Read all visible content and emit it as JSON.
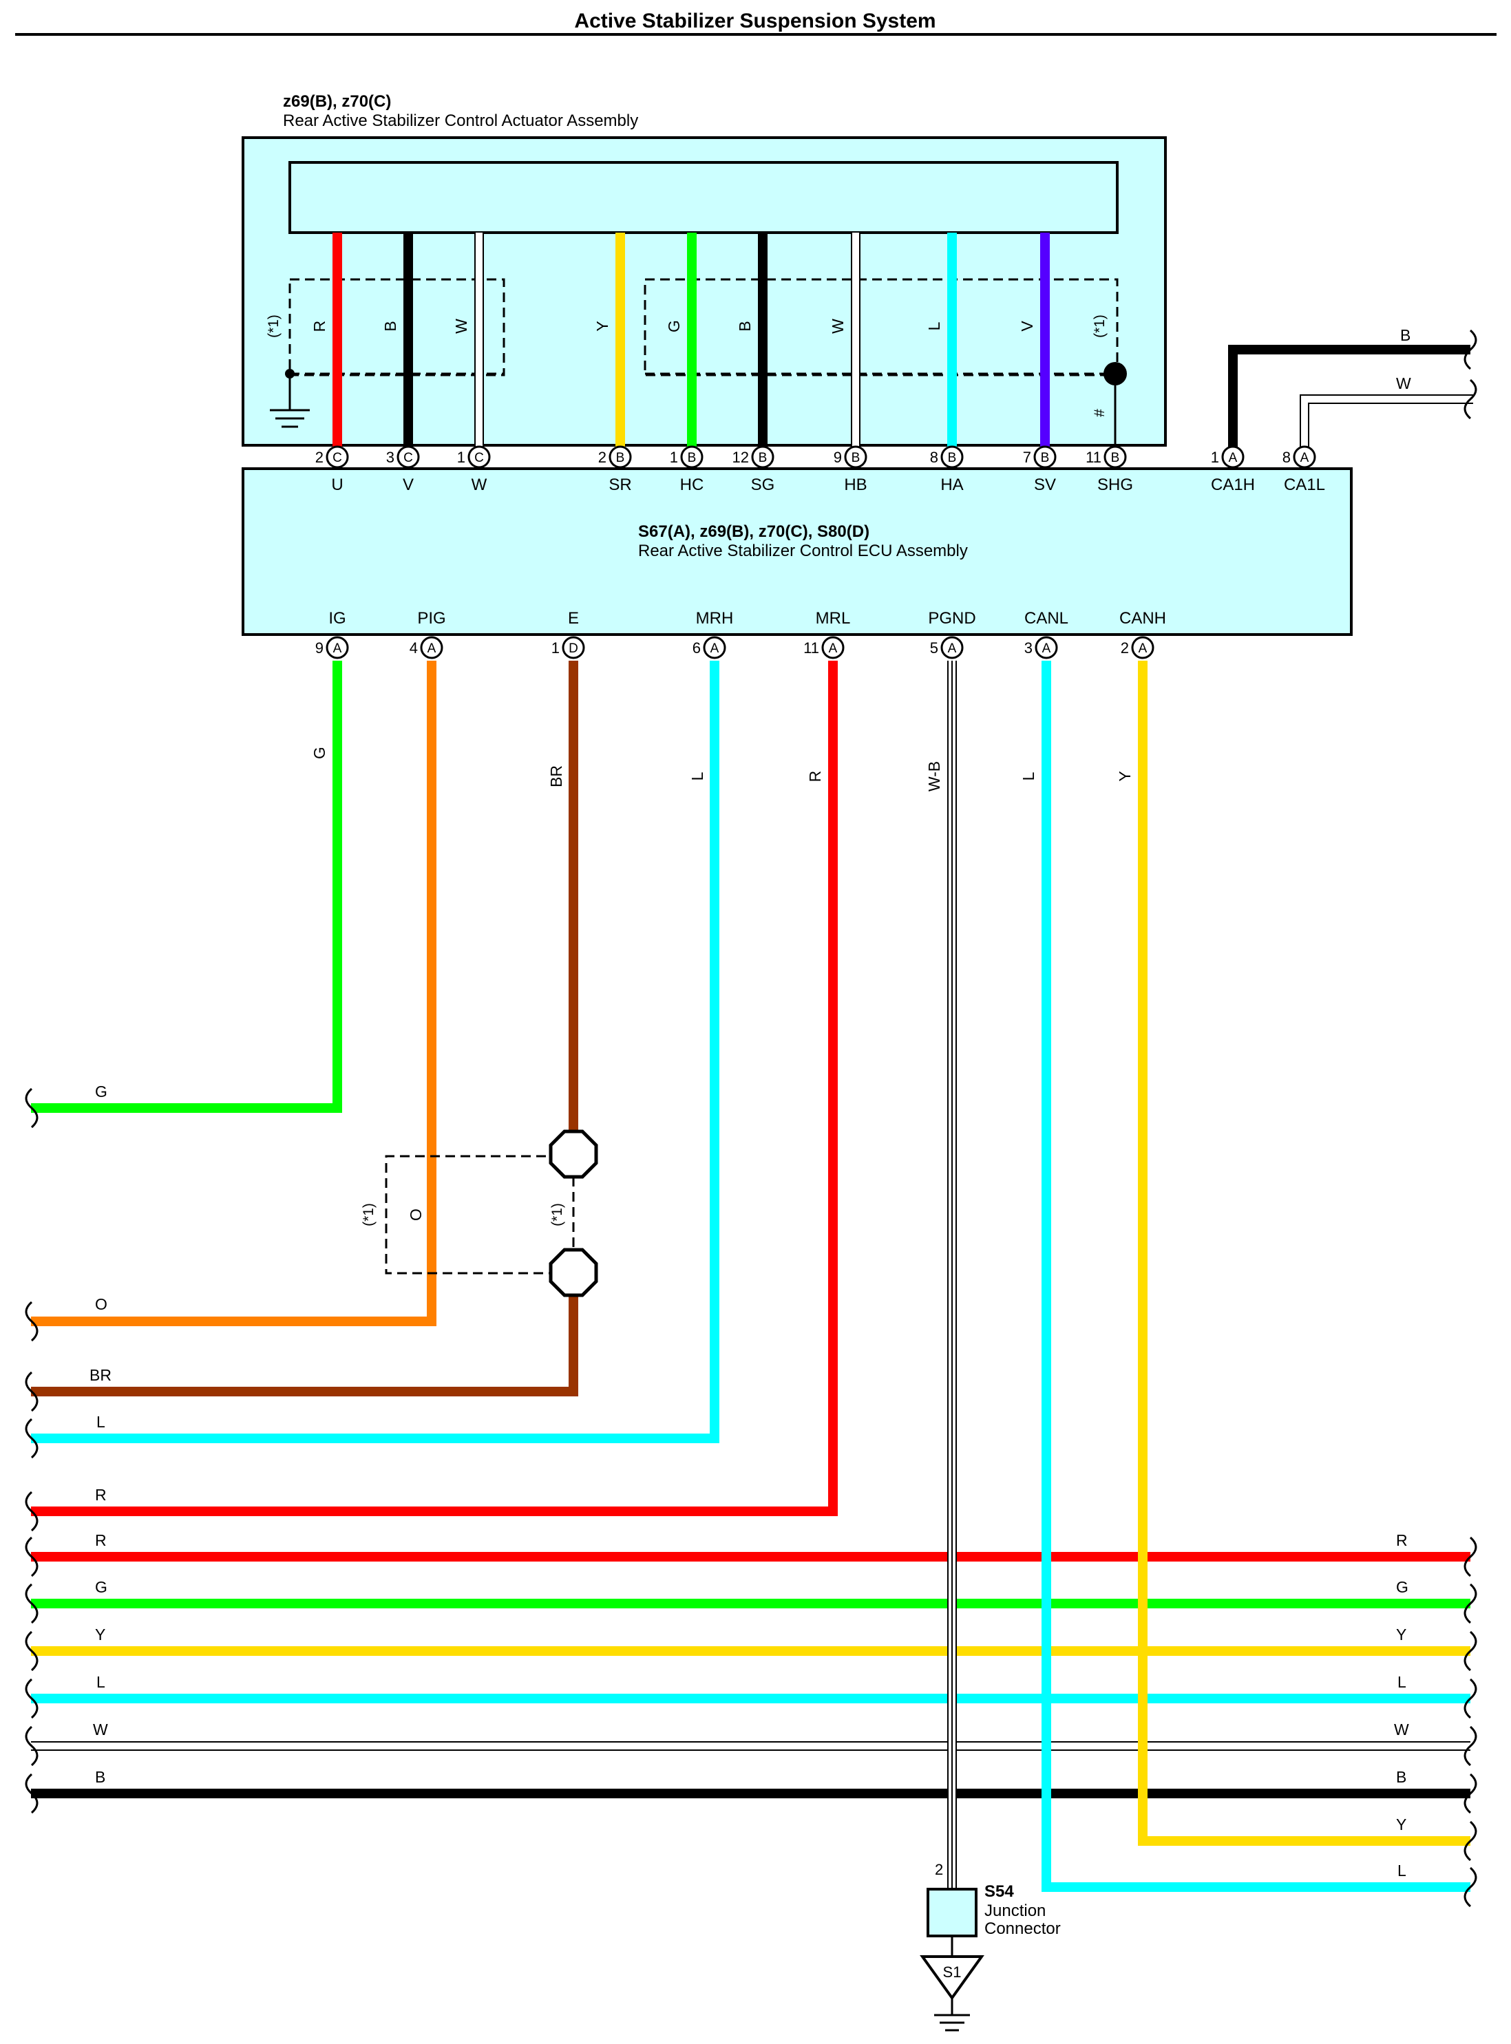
{
  "title": "Active Stabilizer Suspension System",
  "actuator": {
    "ids": "z69(B), z70(C)",
    "name": "Rear Active Stabilizer Control Actuator Assembly",
    "inner_labels": {
      "u": "R",
      "v": "B",
      "w": "W",
      "sr": "Y",
      "hc": "G",
      "sg": "B",
      "hb": "W",
      "ha": "L",
      "sv": "V"
    },
    "shield_note": "(*1)",
    "hash_mark": "#"
  },
  "ecu": {
    "ids": "S67(A), z69(B), z70(C), S80(D)",
    "name": "Rear Active Stabilizer Control ECU Assembly",
    "top_pins": [
      {
        "num": "2",
        "conn": "C",
        "name": "U"
      },
      {
        "num": "3",
        "conn": "C",
        "name": "V"
      },
      {
        "num": "1",
        "conn": "C",
        "name": "W"
      },
      {
        "num": "2",
        "conn": "B",
        "name": "SR"
      },
      {
        "num": "1",
        "conn": "B",
        "name": "HC"
      },
      {
        "num": "12",
        "conn": "B",
        "name": "SG"
      },
      {
        "num": "9",
        "conn": "B",
        "name": "HB"
      },
      {
        "num": "8",
        "conn": "B",
        "name": "HA"
      },
      {
        "num": "7",
        "conn": "B",
        "name": "SV"
      },
      {
        "num": "11",
        "conn": "B",
        "name": "SHG"
      },
      {
        "num": "1",
        "conn": "A",
        "name": "CA1H"
      },
      {
        "num": "8",
        "conn": "A",
        "name": "CA1L"
      }
    ],
    "bottom_pins": [
      {
        "num": "9",
        "conn": "A",
        "name": "IG"
      },
      {
        "num": "4",
        "conn": "A",
        "name": "PIG"
      },
      {
        "num": "1",
        "conn": "D",
        "name": "E"
      },
      {
        "num": "6",
        "conn": "A",
        "name": "MRH"
      },
      {
        "num": "11",
        "conn": "A",
        "name": "MRL"
      },
      {
        "num": "5",
        "conn": "A",
        "name": "PGND"
      },
      {
        "num": "3",
        "conn": "A",
        "name": "CANL"
      },
      {
        "num": "2",
        "conn": "A",
        "name": "CANH"
      }
    ]
  },
  "wires": {
    "vertical": {
      "ig": "G",
      "pig": "O",
      "e": "BR",
      "mrh": "L",
      "mrl": "R",
      "pgnd": "W-B",
      "canl": "L",
      "canh": "Y"
    },
    "ca_right": {
      "ca1h": "B",
      "ca1l": "W"
    },
    "left_ends": {
      "g": "G",
      "o": "O",
      "br": "BR",
      "l": "L",
      "r": "R"
    },
    "bus": [
      {
        "color": "R"
      },
      {
        "color": "G"
      },
      {
        "color": "Y"
      },
      {
        "color": "L"
      },
      {
        "color": "W"
      },
      {
        "color": "B"
      }
    ],
    "right_ends": {
      "y": "Y",
      "l": "L"
    },
    "splice_loop": "O",
    "splice_note": "(*1)"
  },
  "junction": {
    "pin": "2",
    "id": "S54",
    "name_line1": "Junction",
    "name_line2": "Connector",
    "ground_label": "S1"
  },
  "colors": {
    "red": "#ff0000",
    "green": "#00ff00",
    "yellow": "#ffdd00",
    "cyan": "#00ffff",
    "orange": "#ff8000",
    "brown": "#993300",
    "black": "#000000",
    "violet": "#5500ff",
    "white": "#ffffff",
    "box_fill": "#ccffff"
  }
}
